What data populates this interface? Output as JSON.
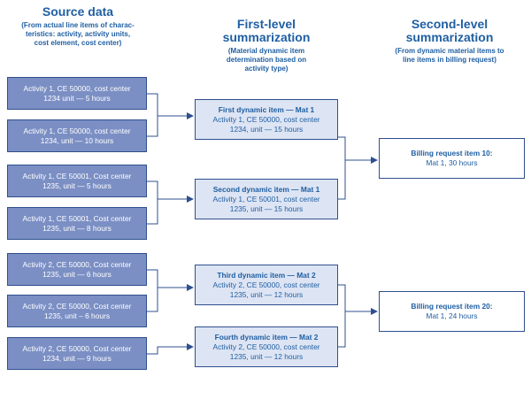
{
  "headers": {
    "source": {
      "title": "Source data",
      "subtitle": [
        "(From actual line items of charac-",
        "teristics: activity, activity units,",
        "cost element, cost center)"
      ]
    },
    "first": {
      "title": [
        "First-level",
        "summarization"
      ],
      "subtitle": [
        "(Material dynamic item",
        "determination based on",
        "activity type)"
      ]
    },
    "second": {
      "title": [
        "Second-level",
        "summarization"
      ],
      "subtitle": [
        "(From dynamic material items to",
        "line items in billing request)"
      ]
    }
  },
  "source_items": [
    {
      "line1": "Activity 1, CE 50000, cost center",
      "line2": "1234 unit — 5 hours"
    },
    {
      "line1": "Activity 1, CE 50000, cost center",
      "line2": "1234, unit — 10 hours"
    },
    {
      "line1": "Activity 1, CE 50001, Cost center",
      "line2": "1235, unit — 5 hours"
    },
    {
      "line1": "Activity 1, CE 50001, Cost center",
      "line2": "1235, unit — 8 hours"
    },
    {
      "line1": "Activity 2, CE 50000, Cost center",
      "line2": "1235, unit — 6 hours"
    },
    {
      "line1": "Activity 2, CE 50000, Cost center",
      "line2": "1235, unit – 6 hours"
    },
    {
      "line1": "Activity 2, CE 50000, Cost center",
      "line2": "1234, unit — 9 hours"
    }
  ],
  "dynamic_items": [
    {
      "title": "First dynamic item — Mat 1",
      "line1": "Activity 1, CE 50000, cost center",
      "line2": "1234, unit — 15 hours"
    },
    {
      "title": "Second dynamic item — Mat 1",
      "line1": "Activity 1, CE 50001, cost center",
      "line2": "1235, unit — 15 hours"
    },
    {
      "title": "Third dynamic item — Mat 2",
      "line1": "Activity 2, CE 50000, cost center",
      "line2": "1235, unit — 12 hours"
    },
    {
      "title": "Fourth dynamic item — Mat 2",
      "line1": "Activity 2, CE 50000, cost center",
      "line2": "1235, unit — 12 hours"
    }
  ],
  "billing_items": [
    {
      "title": "Billing request item 10:",
      "line1": "Mat 1, 30 hours"
    },
    {
      "title": "Billing request item 20:",
      "line1": "Mat 1, 24 hours"
    }
  ]
}
